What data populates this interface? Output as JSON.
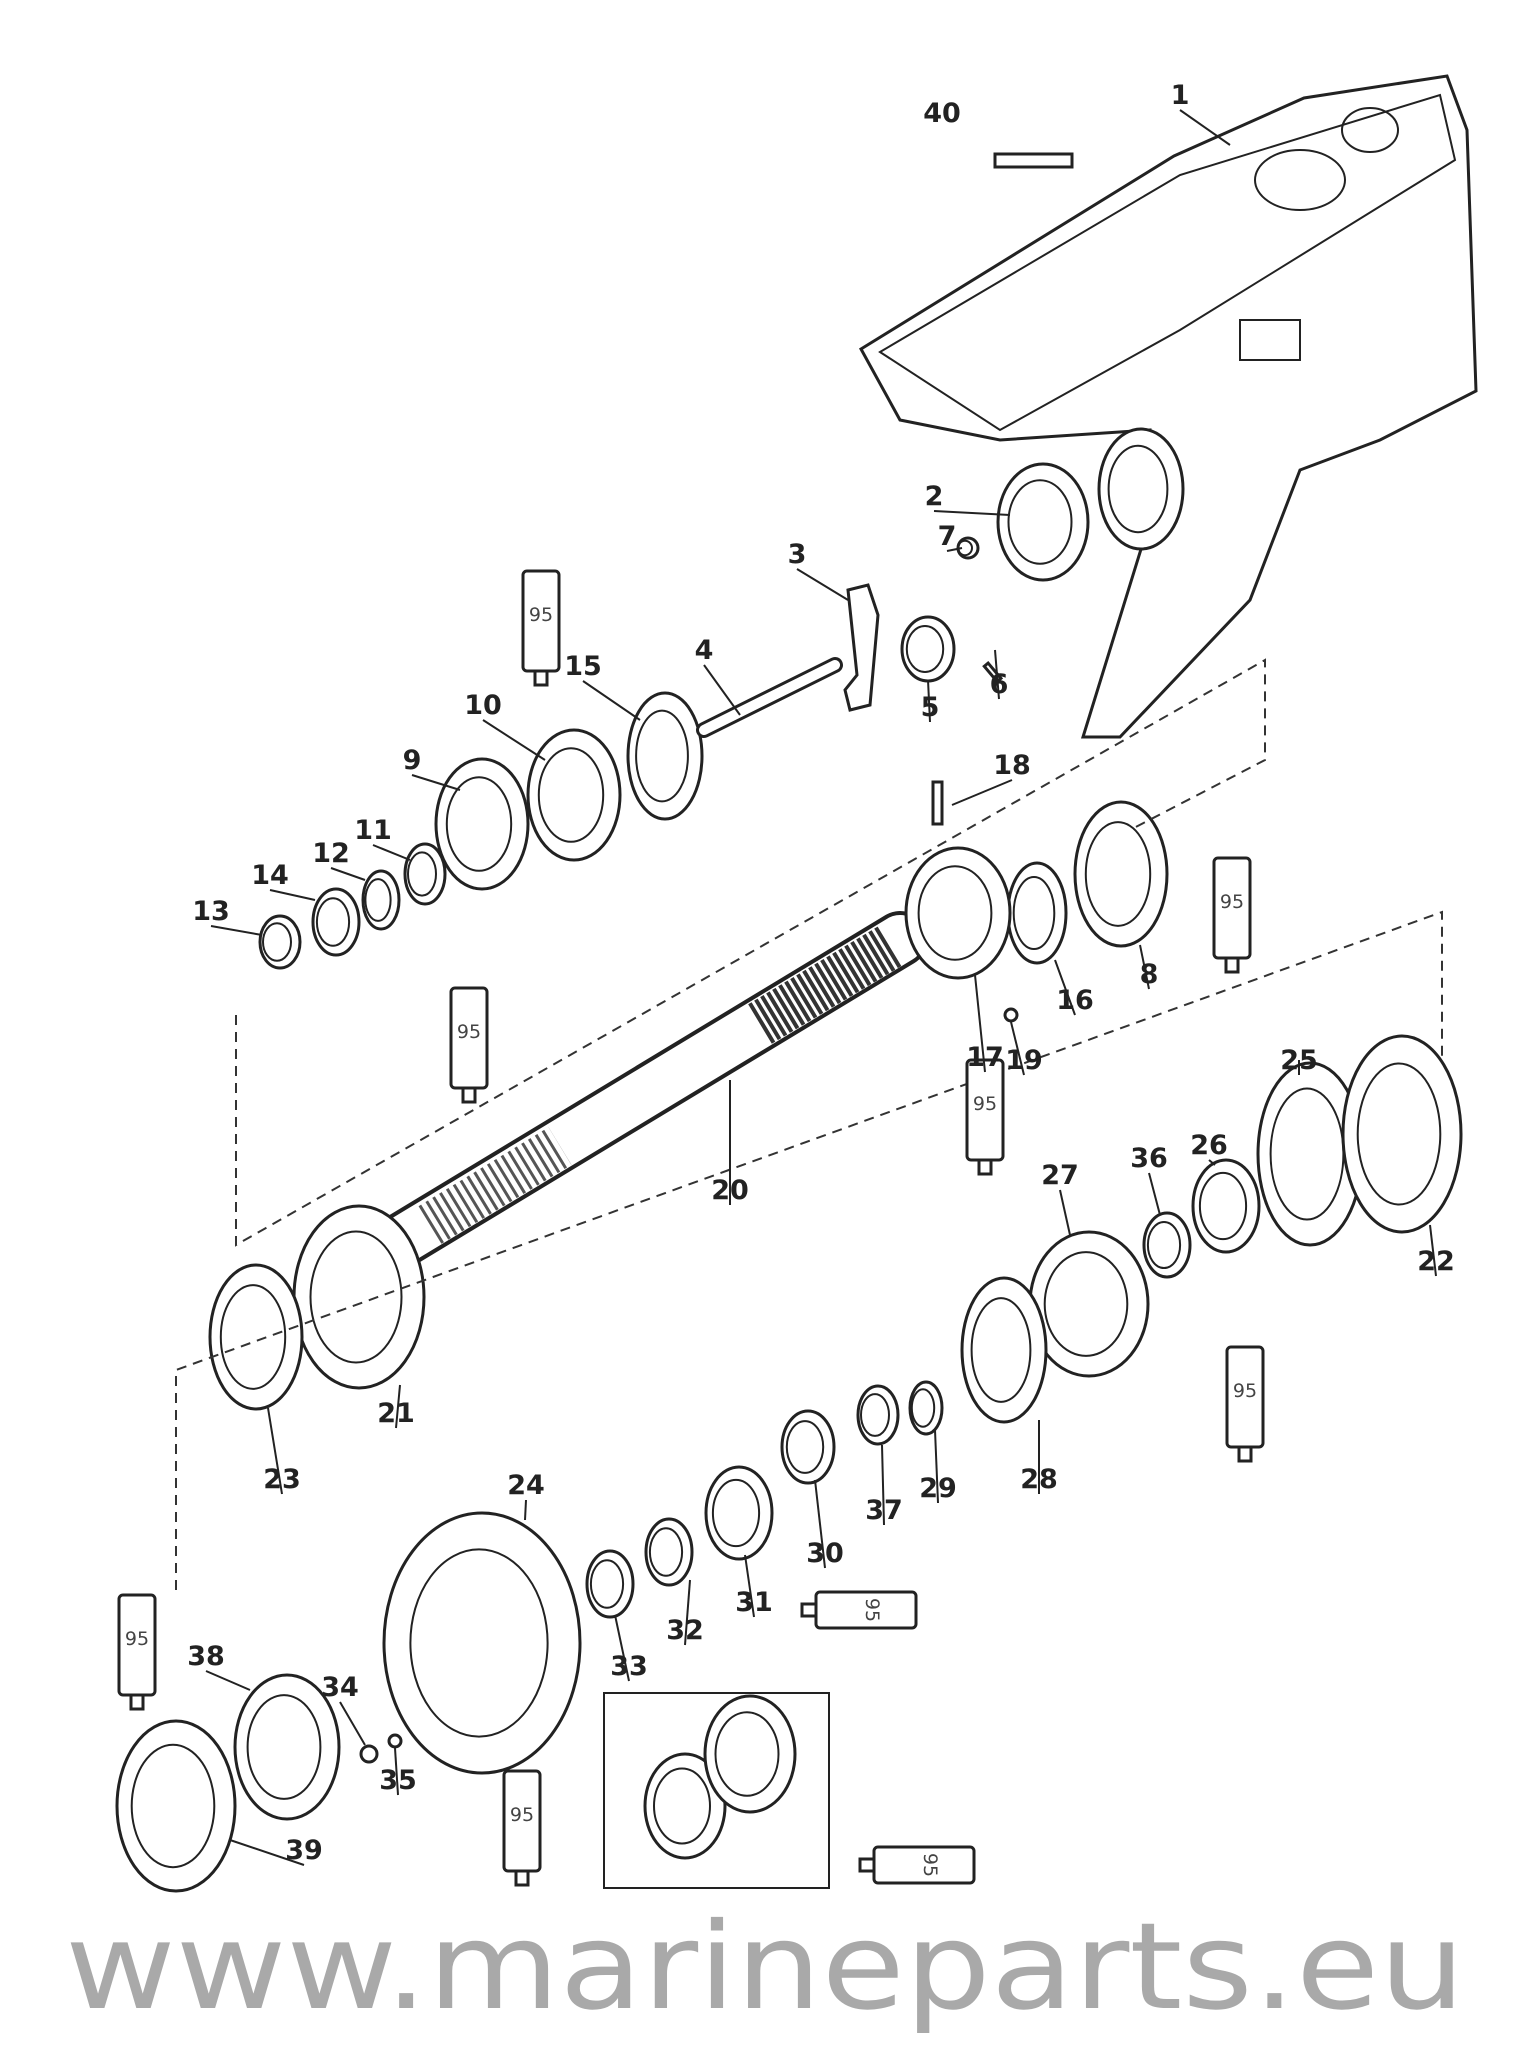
{
  "diagram": {
    "part_numbers": [
      "1",
      "2",
      "3",
      "4",
      "5",
      "6",
      "7",
      "8",
      "9",
      "10",
      "11",
      "12",
      "13",
      "14",
      "15",
      "16",
      "17",
      "18",
      "19",
      "20",
      "21",
      "22",
      "23",
      "24",
      "25",
      "26",
      "27",
      "28",
      "29",
      "30",
      "31",
      "32",
      "33",
      "34",
      "35",
      "36",
      "37",
      "38",
      "39",
      "40"
    ],
    "tube_label": "95",
    "watermark": "www.marineparts.eu"
  }
}
